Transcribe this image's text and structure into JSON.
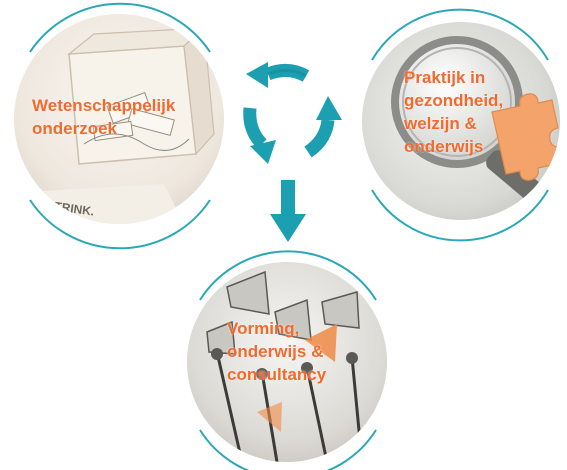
{
  "diagram": {
    "nodes": [
      {
        "id": "research",
        "label": "Wetenschappelijk\nonderzoek",
        "photo_text": "TRINK."
      },
      {
        "id": "practice",
        "label": "Praktijk in\ngezondheid,\nwelzijn &\nonderwijs"
      },
      {
        "id": "education",
        "label": "Vorming,\nonderwijs &\nconsultancy"
      }
    ],
    "colors": {
      "label": "#f26a2e",
      "ring": "#2aa8b8",
      "arrow": "#1c9fb0",
      "arrow_dark": "#167f93"
    },
    "icons": [
      "cycle-arrows-icon",
      "down-arrow-icon",
      "puzzle-piece-icon"
    ]
  }
}
